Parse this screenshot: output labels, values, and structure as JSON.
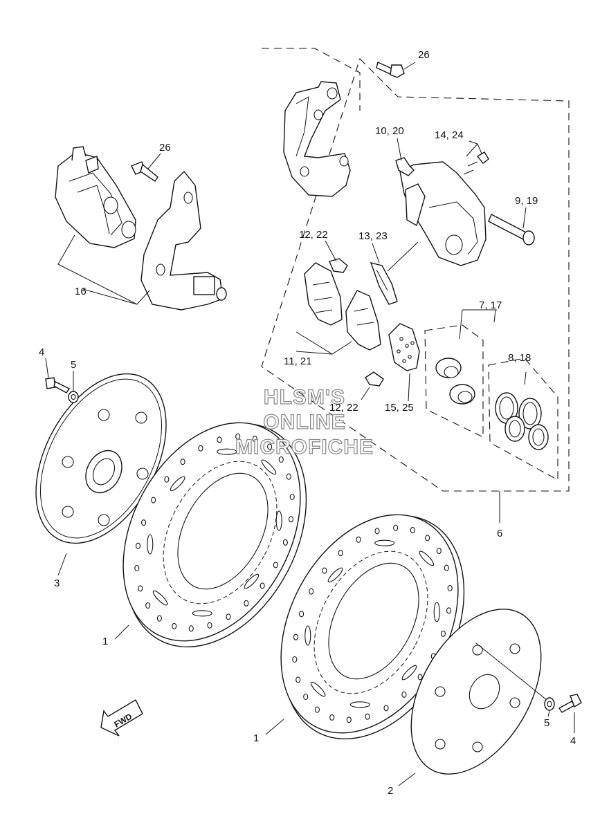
{
  "diagram": {
    "callouts": {
      "c26_top": "26",
      "c26_left": "26",
      "c10_20": "10, 20",
      "c14_24": "14, 24",
      "c9_19": "9, 19",
      "c12_22_top": "12, 22",
      "c13_23": "13, 23",
      "c16": "16",
      "c11_21": "11, 21",
      "c7_17": "7, 17",
      "c8_18": "8, 18",
      "c12_22_bottom": "12, 22",
      "c15_25": "15, 25",
      "c4_left": "4",
      "c5_left": "5",
      "c3": "3",
      "c6": "6",
      "c1_left": "1",
      "c1_right": "1",
      "c5_right": "5",
      "c4_right": "4",
      "c2": "2"
    },
    "fwd_label": "FWD",
    "watermark": {
      "line1": "HLSM'S",
      "line2": "ONLINE",
      "line3": "MICROFICHE"
    }
  }
}
